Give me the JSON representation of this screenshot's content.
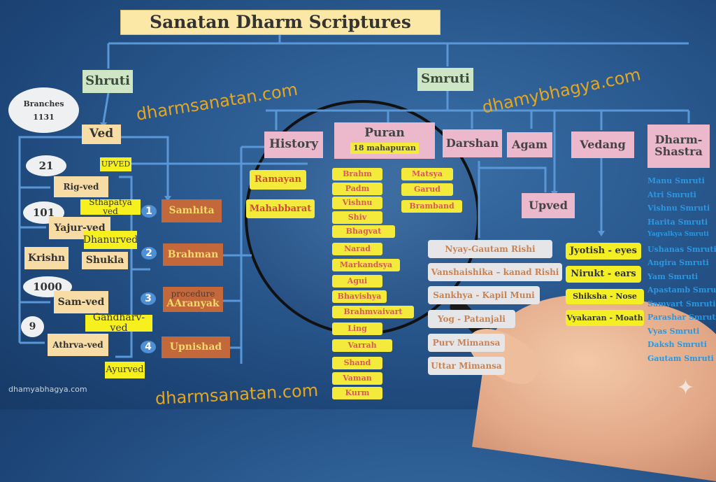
{
  "title": "Sanatan Dharm Scriptures",
  "shruti": "Shruti",
  "smruti": "Smruti",
  "branches": {
    "label": "Branches",
    "count": "1131"
  },
  "ved": "Ved",
  "upved_tag": "UPVED",
  "vedas": [
    {
      "count": "21",
      "name": "Rig-ved",
      "upved": "Sthapatya ved"
    },
    {
      "count": "101",
      "name": "Yajur-ved",
      "upved": "Dhanurved"
    },
    {
      "count": "1000",
      "name": "Sam-ved",
      "upved": "Gandharv-ved"
    },
    {
      "count": "9",
      "name": "Athrva-ved",
      "upved": "Ayurved"
    }
  ],
  "yajur_branches": [
    "Krishn",
    "Shukla"
  ],
  "ved_parts": [
    {
      "num": "1",
      "name": "Samhita"
    },
    {
      "num": "2",
      "name": "Brahman"
    },
    {
      "num": "3",
      "name": "AAranyak",
      "note": "procedure"
    },
    {
      "num": "4",
      "name": "Upnishad"
    }
  ],
  "history": {
    "label": "History",
    "items": [
      "Ramayan",
      "Mahabbarat"
    ]
  },
  "puran": {
    "label": "Puran",
    "sub": "18 mahapuran",
    "col1": [
      "Brahm",
      "Padm",
      "Vishnu",
      "Shiv",
      "Bhagvat",
      "Narad",
      "Markandsya",
      "Agui",
      "Bhavishya",
      "Brahmvaivart",
      "Ling",
      "Varrah",
      "Shand",
      "Vaman",
      "Kurm"
    ],
    "col2": [
      "Matsya",
      "Garud",
      "Bramband"
    ]
  },
  "darshan": {
    "label": "Darshan",
    "items": [
      "Nyay-Gautam Rishi",
      "Vanshaishika – kanad Rishi",
      "Sankhya - Kapil Muni",
      "Yog - Patanjali",
      "Purv Mimansa",
      "Uttar Mimansa"
    ]
  },
  "agam": "Agam",
  "upved": "Upved",
  "vedang": {
    "label": "Vedang",
    "items": [
      "Jyotish - eyes",
      "Nirukt - ears",
      "Shiksha - Nose",
      "Vyakaran - Moath"
    ]
  },
  "dharmshastra": {
    "label": "Dharm-Shastra",
    "items": [
      "Manu      Smruti",
      "Atri Smruti",
      "Vishnu Smruti",
      "Harita Smruti",
      "Yagvalkya Smruti",
      "Ushanas Smruti",
      "Angira Smruti",
      "Yam Smruti",
      "Apastamb Smruti",
      "Samvart Smruti",
      "Parashar Smruti",
      "Vyas Smruti",
      "Daksh Smruti",
      "Gautam Smruti"
    ]
  },
  "watermarks": [
    "dharmsanatan.com",
    "dhamybhagya.com",
    "dharmsanatan.com",
    "dhamyabhagya.com"
  ],
  "colors": {
    "background": "#2a5a90",
    "line": "#5a97d6",
    "accent_yellow": "#f6f01f",
    "pink": "#ecb8cc",
    "brown": "#c2683a"
  }
}
